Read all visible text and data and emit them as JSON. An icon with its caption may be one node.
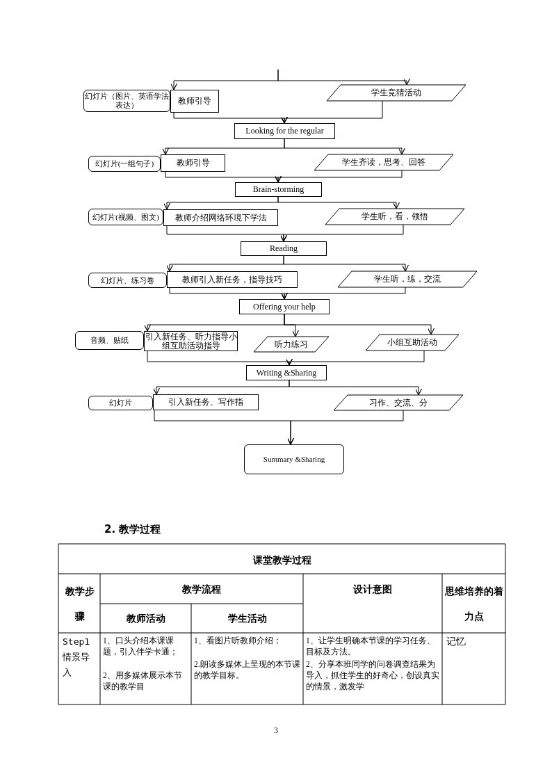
{
  "diagram": {
    "nodes": [
      {
        "text": [
          "幻灯片（图片、英语学法表达）"
        ]
      },
      {
        "text": [
          "教师引导"
        ]
      },
      {
        "text": [
          "学生竞猜活动"
        ]
      },
      {
        "text": [
          "Looking for the regular"
        ]
      },
      {
        "text": [
          "幻灯片(一组句子)"
        ]
      },
      {
        "text": [
          "教师引导"
        ]
      },
      {
        "text": [
          "学生齐读，思考、回答"
        ]
      },
      {
        "text": [
          "Brain-storming"
        ]
      },
      {
        "text": [
          "幻灯片(视频、图文)"
        ]
      },
      {
        "text": [
          "教师介绍网络环境下学法"
        ]
      },
      {
        "text": [
          "学生听，看，领悟"
        ]
      },
      {
        "text": [
          "Reading"
        ]
      },
      {
        "text": [
          "幻灯片、练习卷"
        ]
      },
      {
        "text": [
          "教师引入新任务，指导技巧"
        ]
      },
      {
        "text": [
          "学生听，练，交流"
        ]
      },
      {
        "text": [
          "Offering your help"
        ]
      },
      {
        "text": [
          "音频、贴纸"
        ]
      },
      {
        "text": [
          "引入新任务、听力指导小组互助活动指导"
        ]
      },
      {
        "text": [
          "听力练习"
        ]
      },
      {
        "text": [
          "小组互助活动"
        ]
      },
      {
        "text": [
          "Writing &Sharing"
        ]
      },
      {
        "text": [
          "幻灯片"
        ]
      },
      {
        "text": [
          "引入新任务、写作指"
        ]
      },
      {
        "text": [
          "习作、交流、分"
        ]
      },
      {
        "text": [
          "Summary &Sharing"
        ]
      }
    ],
    "edges": [
      {
        "from": null,
        "to": 1,
        "arrow": "to"
      },
      {
        "from": null,
        "to": 2,
        "arrow": "to"
      },
      {
        "from": 1,
        "to": 3,
        "arrow": "to"
      },
      {
        "from": 2,
        "to": 3,
        "arrow": "to"
      },
      {
        "from": 3,
        "to": 5,
        "arrow": "to"
      },
      {
        "from": 3,
        "to": 6,
        "arrow": "to"
      },
      {
        "from": 5,
        "to": 7,
        "arrow": "to"
      },
      {
        "from": 6,
        "to": 7,
        "arrow": "to"
      },
      {
        "from": 7,
        "to": 9,
        "arrow": "to"
      },
      {
        "from": 7,
        "to": 10,
        "arrow": "to"
      },
      {
        "from": 9,
        "to": 11,
        "arrow": "to"
      },
      {
        "from": 10,
        "to": 11,
        "arrow": "to"
      },
      {
        "from": 11,
        "to": 13,
        "arrow": "to"
      },
      {
        "from": 11,
        "to": 14,
        "arrow": "to"
      },
      {
        "from": 13,
        "to": 15,
        "arrow": "to"
      },
      {
        "from": 14,
        "to": 15,
        "arrow": "to"
      },
      {
        "from": 15,
        "to": 17,
        "arrow": "to"
      },
      {
        "from": 15,
        "to": 18,
        "arrow": "to"
      },
      {
        "from": 15,
        "to": 19,
        "arrow": "to"
      },
      {
        "from": 17,
        "to": 20,
        "arrow": "to"
      },
      {
        "from": 19,
        "to": 20,
        "arrow": "to"
      },
      {
        "from": 20,
        "to": 22,
        "arrow": "to"
      },
      {
        "from": 20,
        "to": 23,
        "arrow": "to"
      },
      {
        "from": 22,
        "to": 24,
        "arrow": "to"
      },
      {
        "from": 23,
        "to": 24,
        "arrow": "to"
      }
    ],
    "labels": [
      "2. 教学过程",
      "课堂教学过程",
      "教学步骤",
      "教学流程",
      "设计意图",
      "思维培养的着力点",
      "教师活动",
      "学生活动",
      "Step1 情景导入",
      "1、口头介绍本课课题，引入伴学卡通；",
      "2、用多媒体展示本节课的教学目",
      "1、看图片听教师介绍；",
      "2.朗读多媒体上呈现的本节课的教学目标。",
      "1、让学生明确本节课的学习任务、目标及方法。",
      "2、分享本班同学的问卷调查结果为导入，抓住学生的好奇心，创设真实的情景，激发学",
      "记忆",
      "3"
    ]
  }
}
